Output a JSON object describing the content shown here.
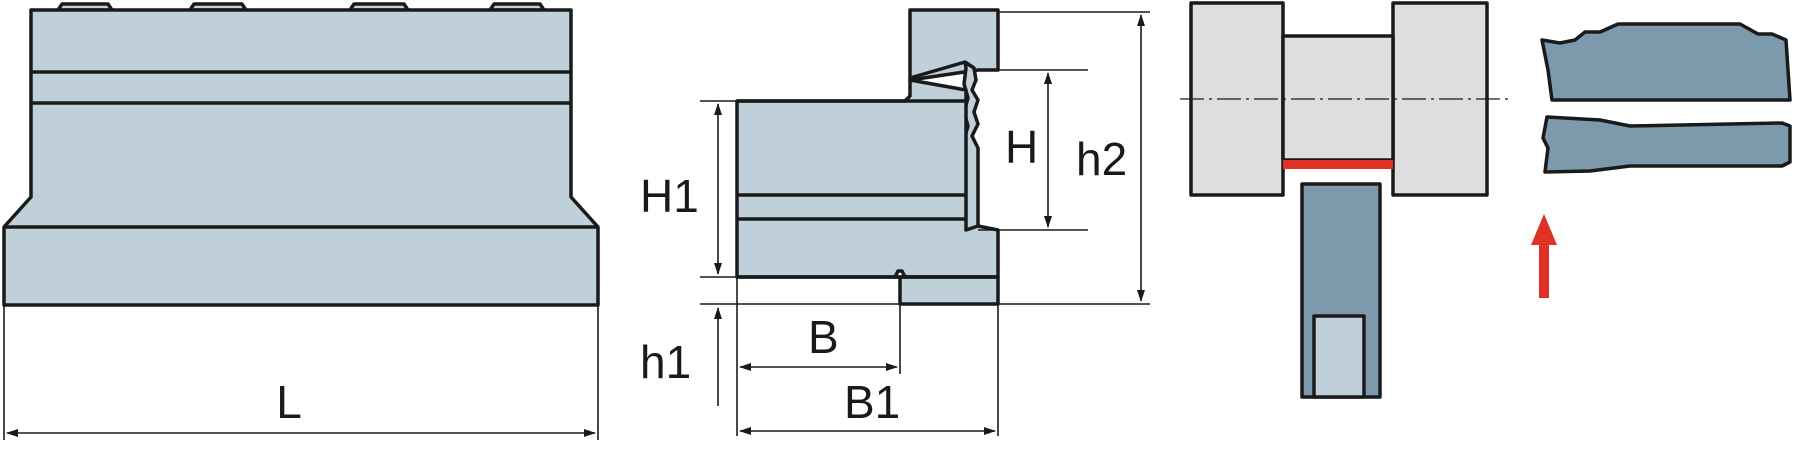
{
  "colors": {
    "light_blue": "#bfd0da",
    "steel_blue": "#7c9aab",
    "light_gray": "#dedede",
    "outline": "#1a1a1a",
    "highlight_red": "#e03127"
  },
  "labels": {
    "length": "L",
    "width_b": "B",
    "width_b1": "B1",
    "height_h": "H",
    "height_h1": "H1",
    "height_h1_lower": "h1",
    "height_h2": "h2"
  },
  "icons": {
    "feed_direction": "arrow-up-icon"
  }
}
